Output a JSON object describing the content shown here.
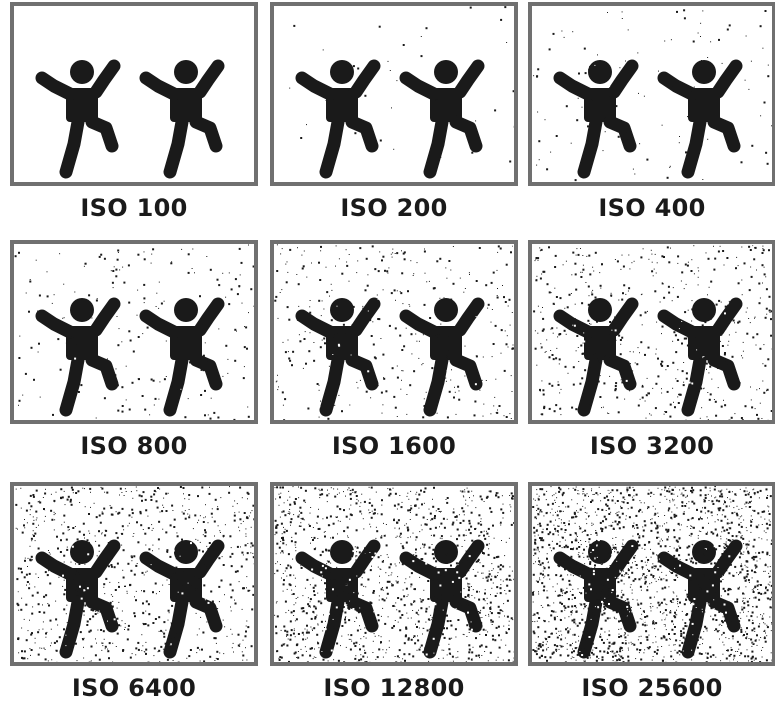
{
  "panels": [
    {
      "label": "ISO 100",
      "noise_level": 0
    },
    {
      "label": "ISO 200",
      "noise_level": 1
    },
    {
      "label": "ISO 400",
      "noise_level": 2
    },
    {
      "label": "ISO 800",
      "noise_level": 3
    },
    {
      "label": "ISO 1600",
      "noise_level": 4
    },
    {
      "label": "ISO 3200",
      "noise_level": 5
    },
    {
      "label": "ISO 6400",
      "noise_level": 6
    },
    {
      "label": "ISO 12800",
      "noise_level": 7
    },
    {
      "label": "ISO 25600",
      "noise_level": 8
    }
  ],
  "colors": {
    "frame": "#707070",
    "figure": "#1a1a1a",
    "noise": "#1a1a1a",
    "background": "#ffffff"
  },
  "icon": "two-jumping-figures-icon"
}
